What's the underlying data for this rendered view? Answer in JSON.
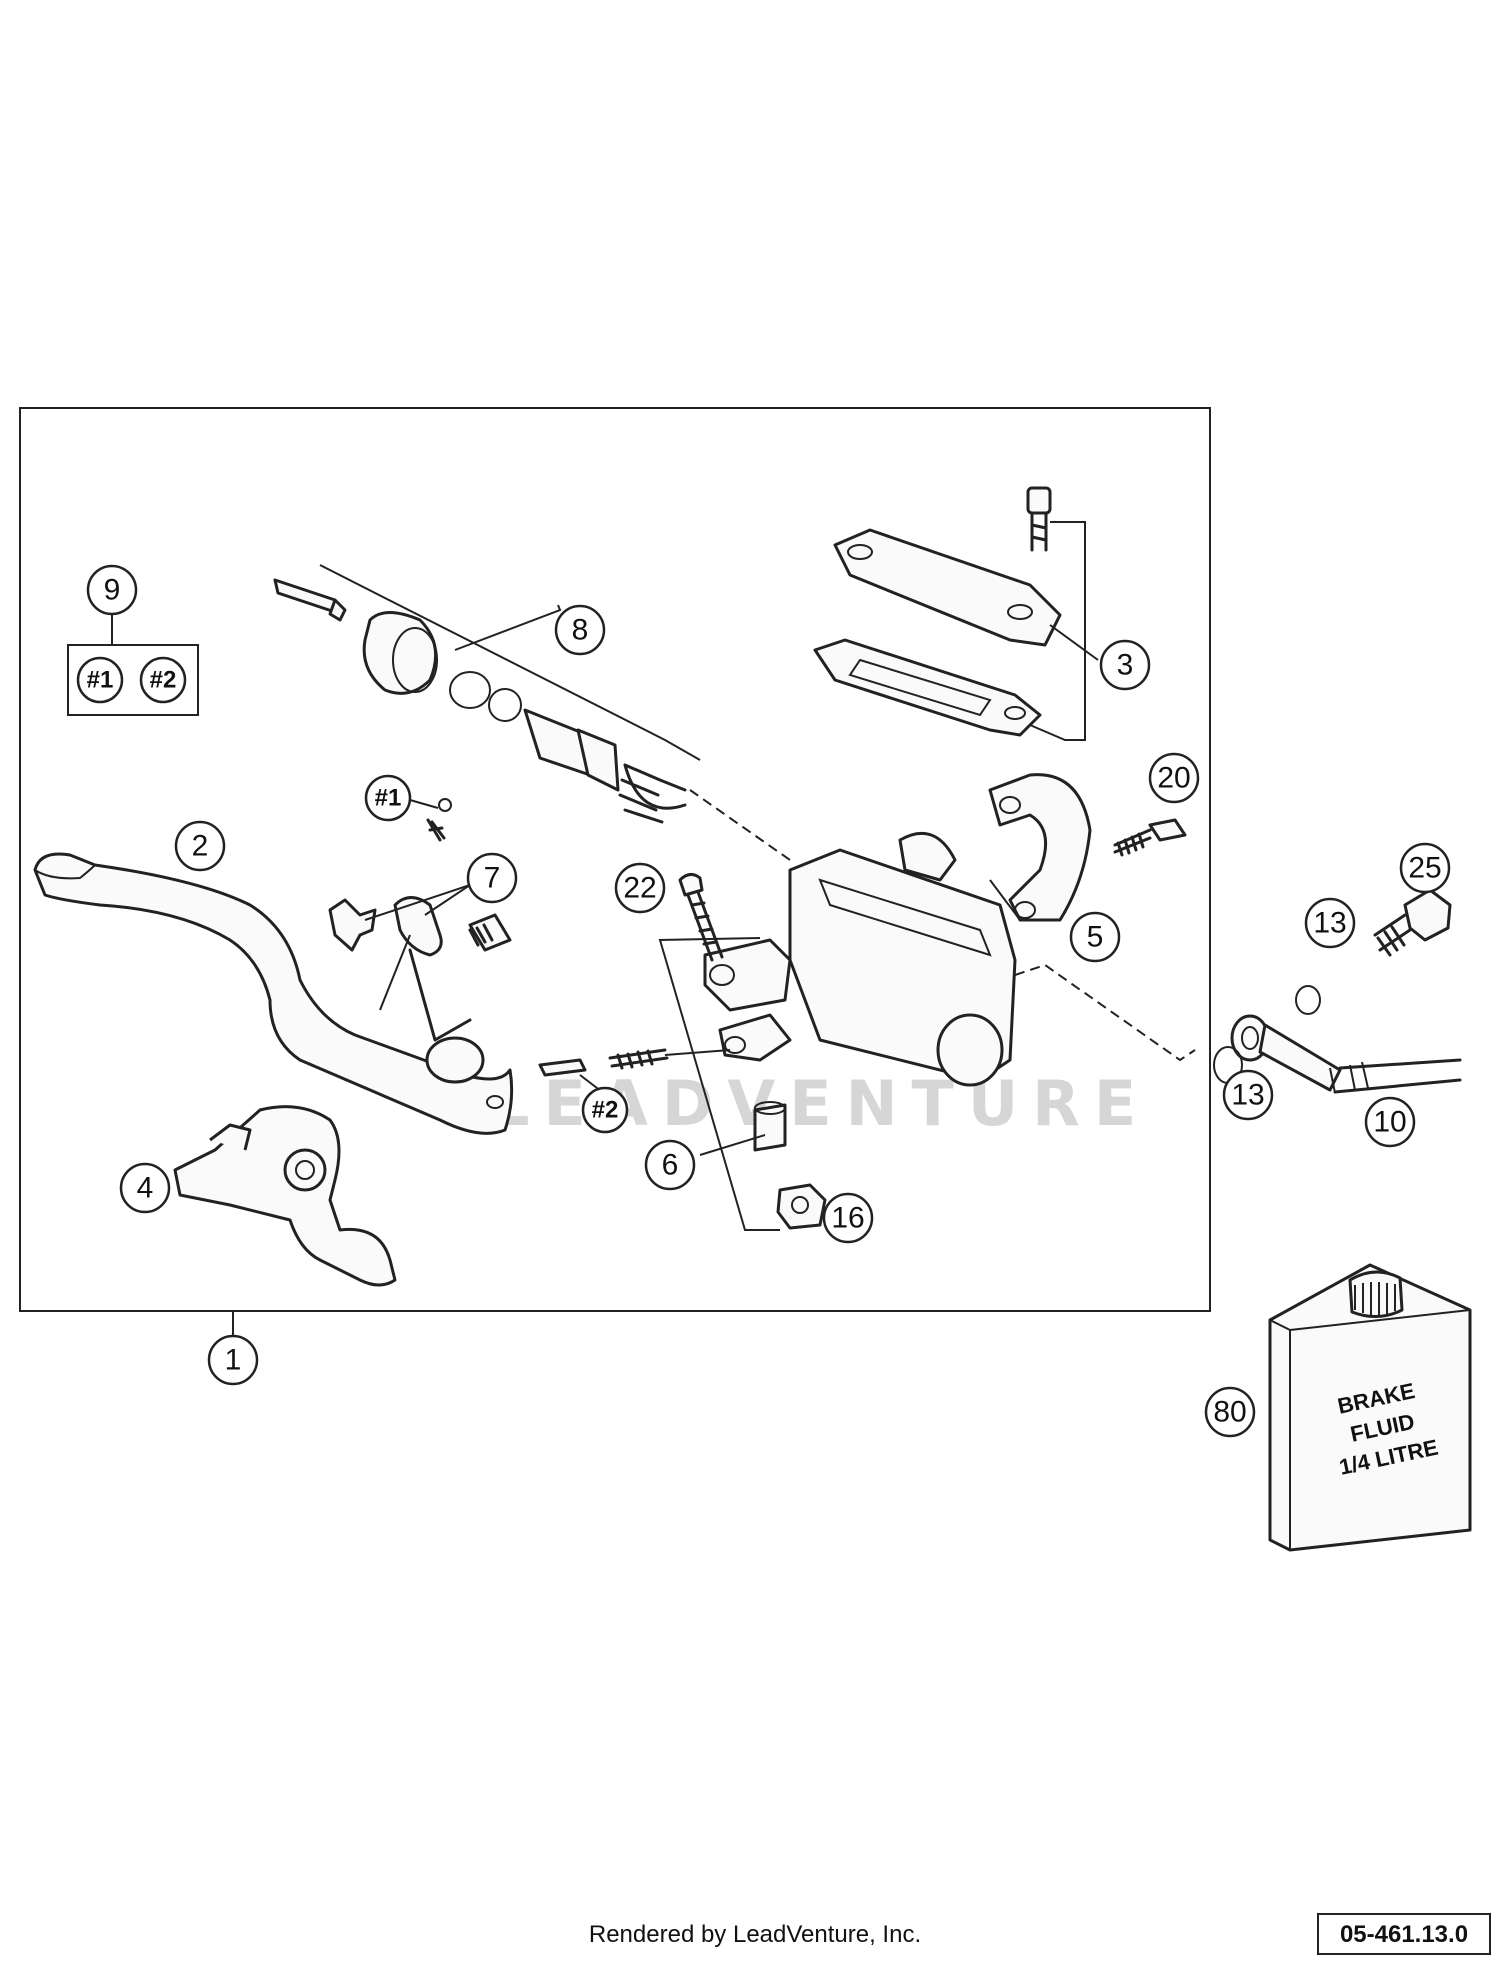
{
  "callouts": {
    "c1": "1",
    "c2": "2",
    "c3": "3",
    "c4": "4",
    "c5": "5",
    "c6": "6",
    "c7": "7",
    "c8": "8",
    "c9": "9",
    "c10": "10",
    "c13a": "13",
    "c13b": "13",
    "c16": "16",
    "c20": "20",
    "c22": "22",
    "c25": "25",
    "c80": "80",
    "kit1_box": "#1",
    "kit2_box": "#2",
    "kit1_part": "#1",
    "kit2_part": "#2"
  },
  "watermark": "LEADVENTURE",
  "fluid_label": [
    "BRAKE",
    "FLUID",
    "1/4 LITRE"
  ],
  "footer": {
    "rendered_by": "Rendered by LeadVenture, Inc.",
    "diagram_code": "05-461.13.0"
  }
}
